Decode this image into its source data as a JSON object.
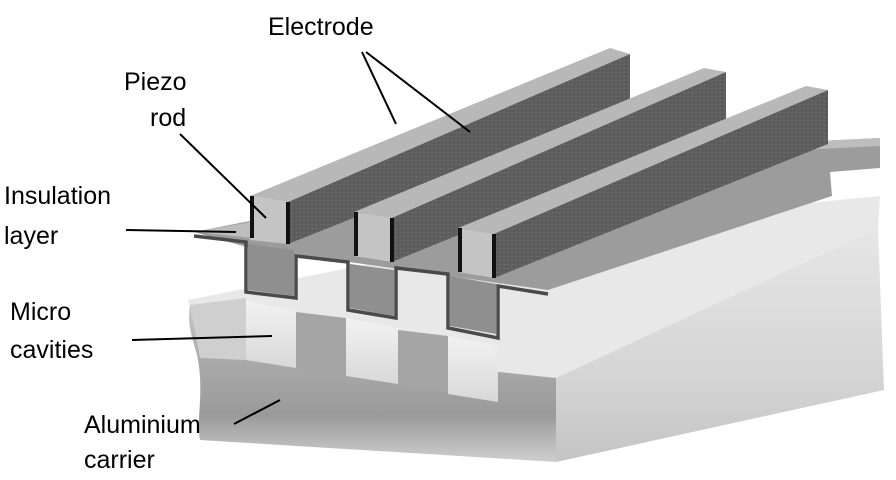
{
  "labels": {
    "electrode": "Electrode",
    "piezo_line1": "Piezo",
    "piezo_line2": "rod",
    "insulation_line1": "Insulation",
    "insulation_line2": "layer",
    "micro_line1": "Micro",
    "micro_line2": "cavities",
    "aluminium_line1": "Aluminium",
    "aluminium_line2": "carrier"
  }
}
